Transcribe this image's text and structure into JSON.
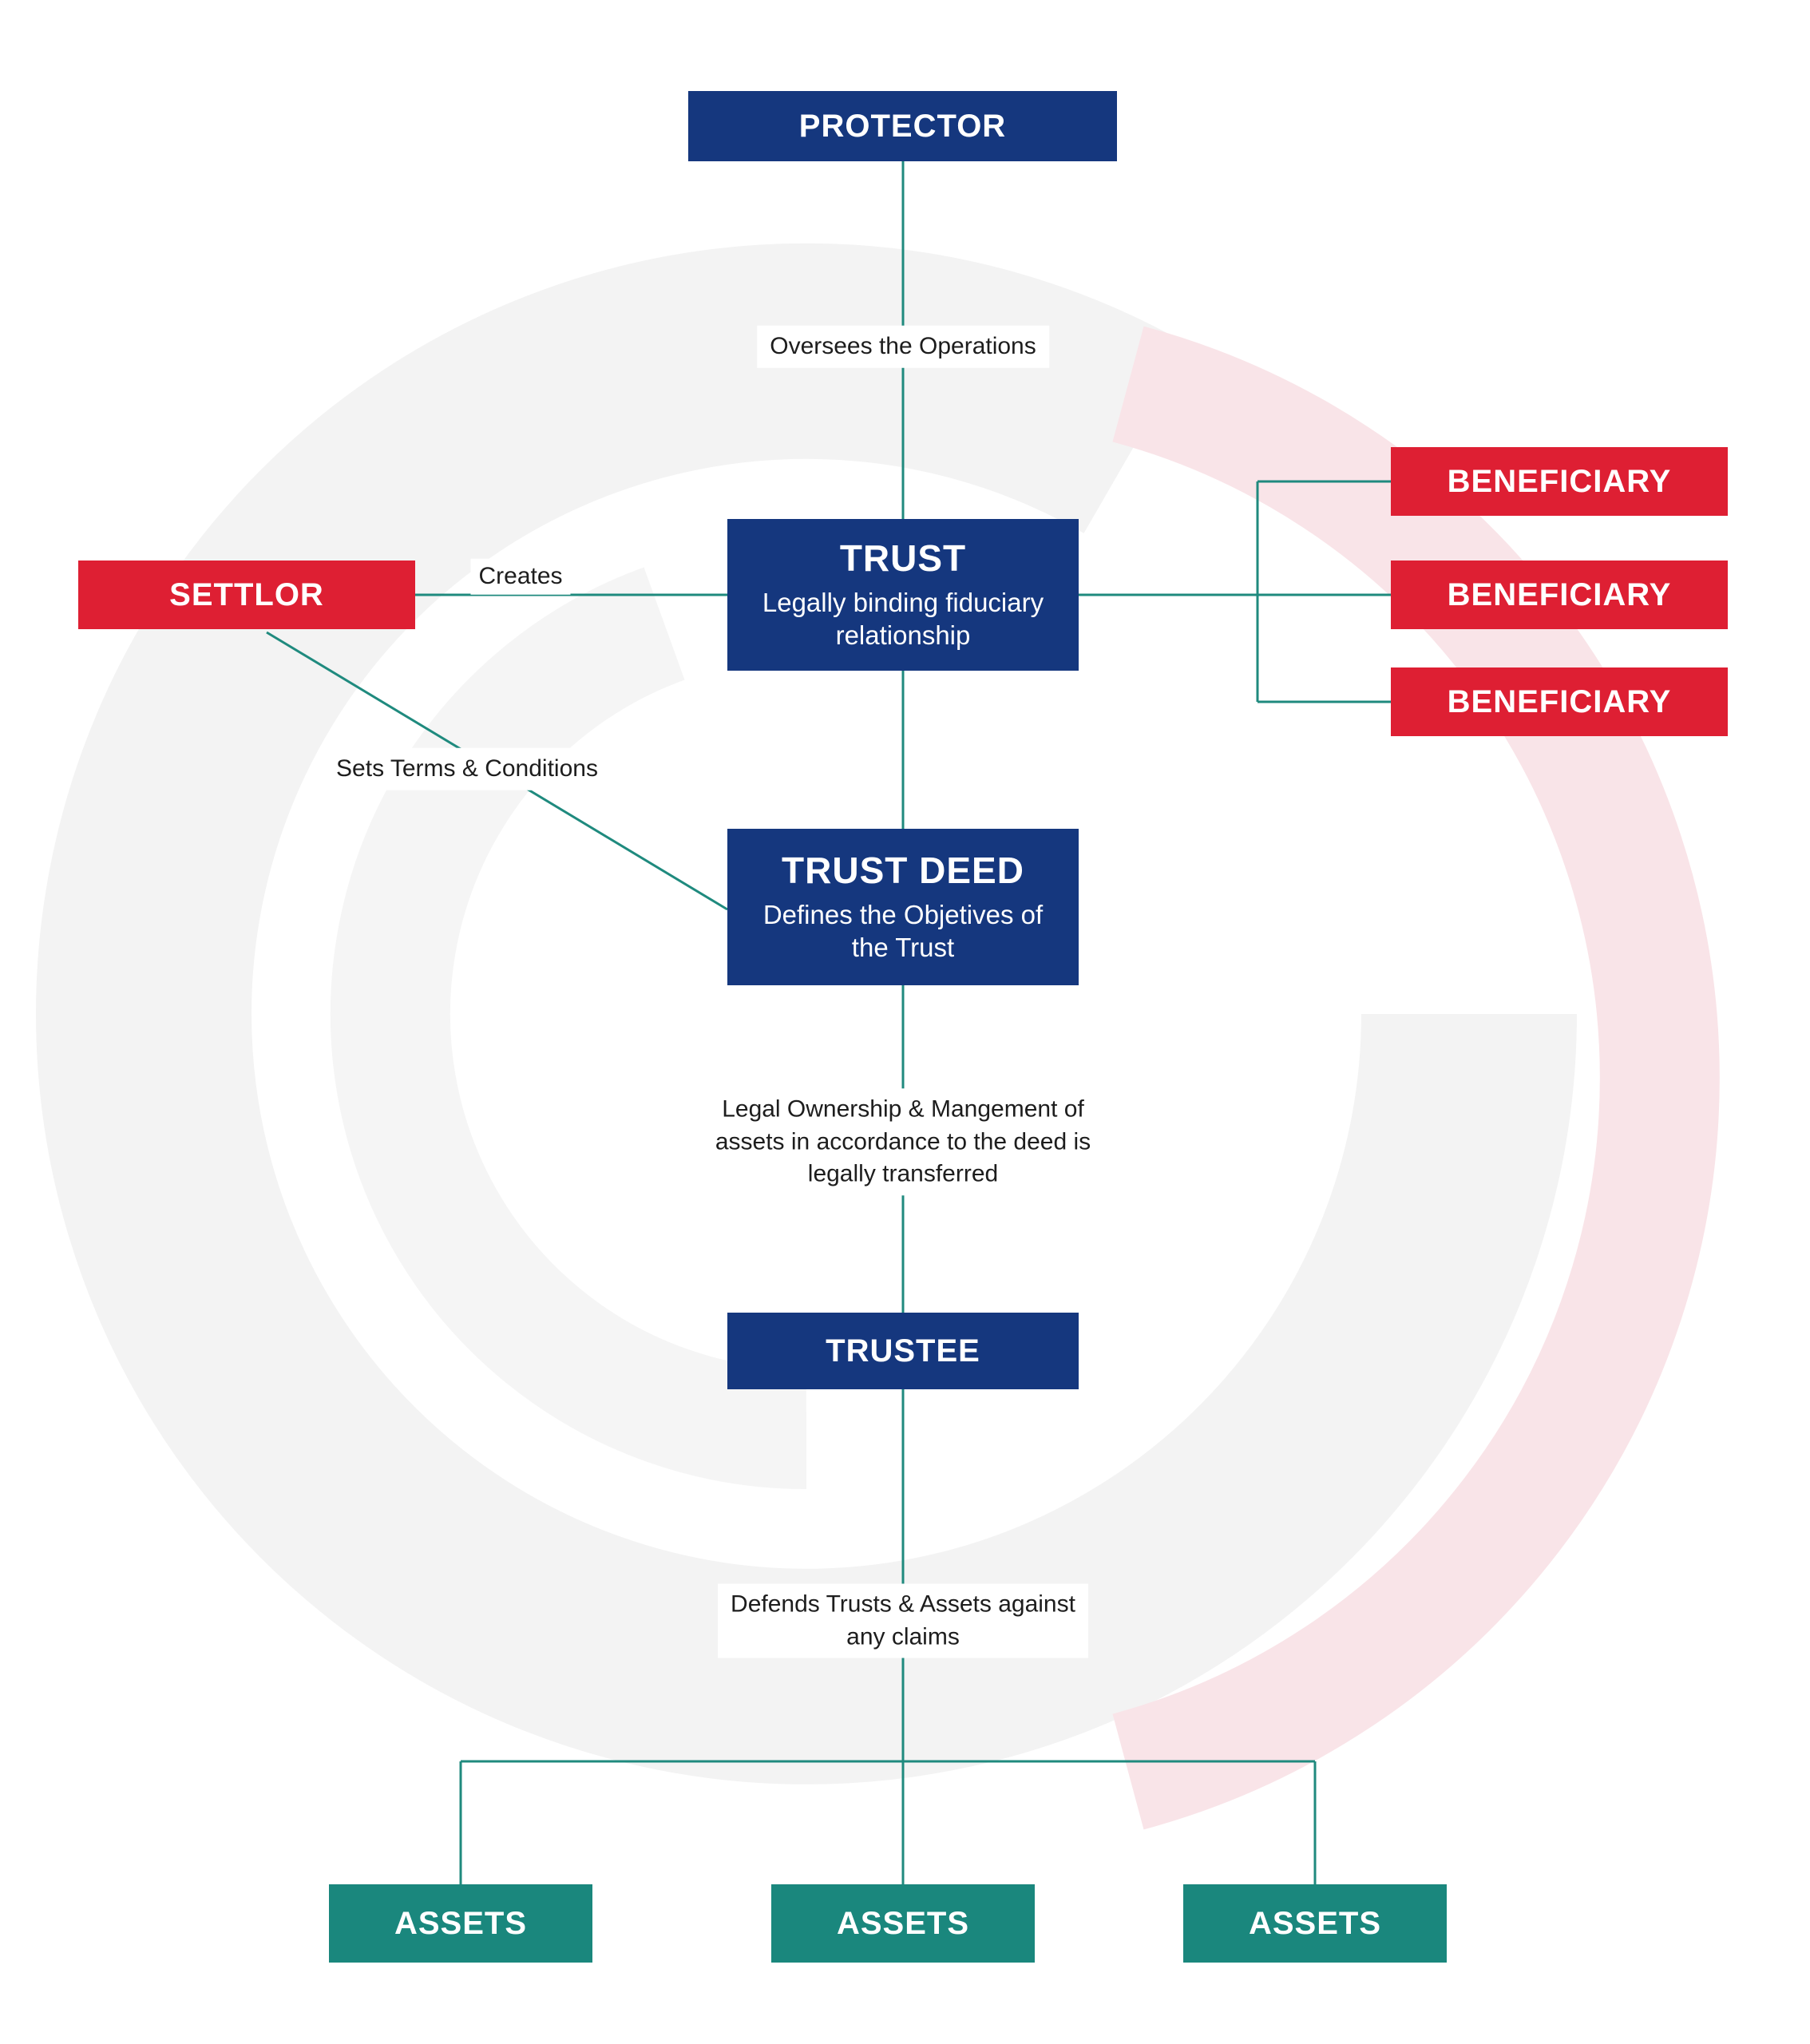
{
  "diagram": {
    "nodes": {
      "protector": {
        "label": "PROTECTOR"
      },
      "settlor": {
        "label": "SETTLOR"
      },
      "trust": {
        "label": "TRUST",
        "sublabel": "Legally binding fiduciary\nrelationship"
      },
      "trust_deed": {
        "label": "TRUST DEED",
        "sublabel": "Defines the Objetives of\nthe Trust"
      },
      "trustee": {
        "label": "TRUSTEE"
      },
      "beneficiaries": [
        {
          "label": "BENEFICIARY"
        },
        {
          "label": "BENEFICIARY"
        },
        {
          "label": "BENEFICIARY"
        }
      ],
      "assets": [
        {
          "label": "ASSETS"
        },
        {
          "label": "ASSETS"
        },
        {
          "label": "ASSETS"
        }
      ]
    },
    "edge_labels": {
      "oversees": "Oversees the Operations",
      "creates": "Creates",
      "sets_terms": "Sets Terms & Conditions",
      "legal_ownership": "Legal Ownership & Mangement of\nassets in accordance to the deed is\nlegally transferred",
      "defends": "Defends Trusts & Assets against\nany claims"
    },
    "colors": {
      "navy": "#15377E",
      "red": "#DE1F33",
      "teal": "#1A877D",
      "line": "#1F8A7E",
      "text": "#1D1D1D",
      "watermark_gray": "#F3F3F3",
      "watermark_pink": "#F9E4E8"
    }
  }
}
